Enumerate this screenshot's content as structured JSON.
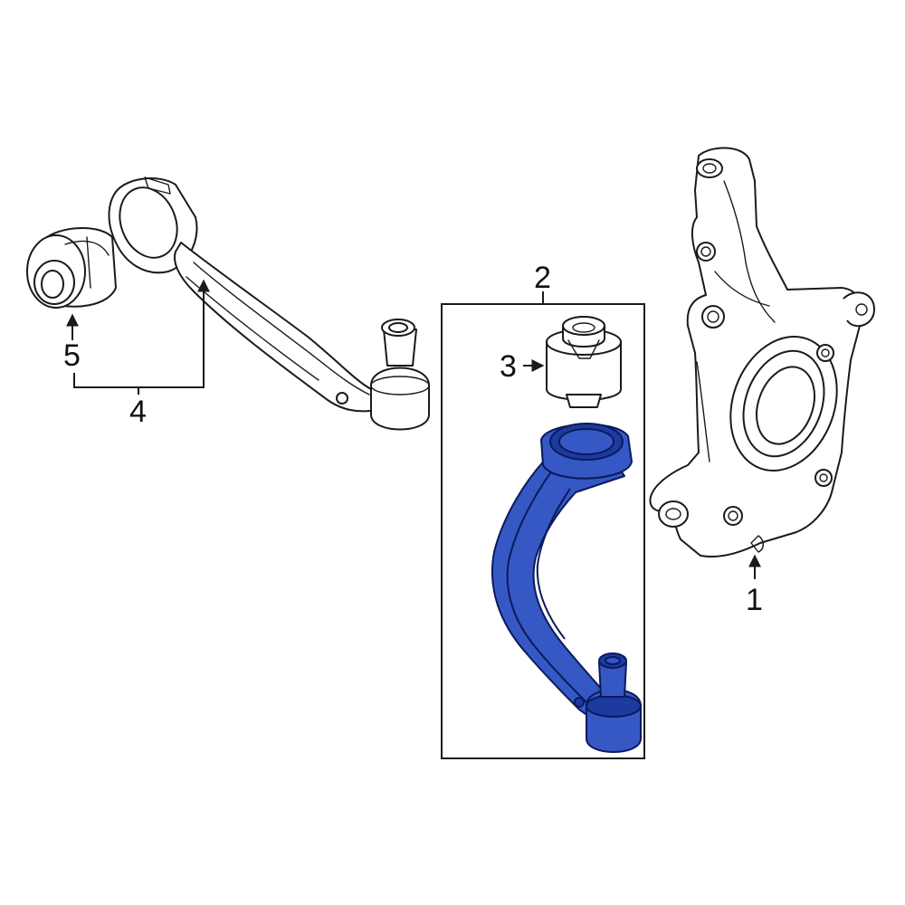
{
  "colors": {
    "highlight": "#3558c4",
    "highlight_dark": "#1d3a9e",
    "line": "#1a1a1a",
    "background": "#ffffff"
  },
  "callouts": {
    "c1": "1",
    "c2": "2",
    "c3": "3",
    "c4": "4",
    "c5": "5"
  }
}
